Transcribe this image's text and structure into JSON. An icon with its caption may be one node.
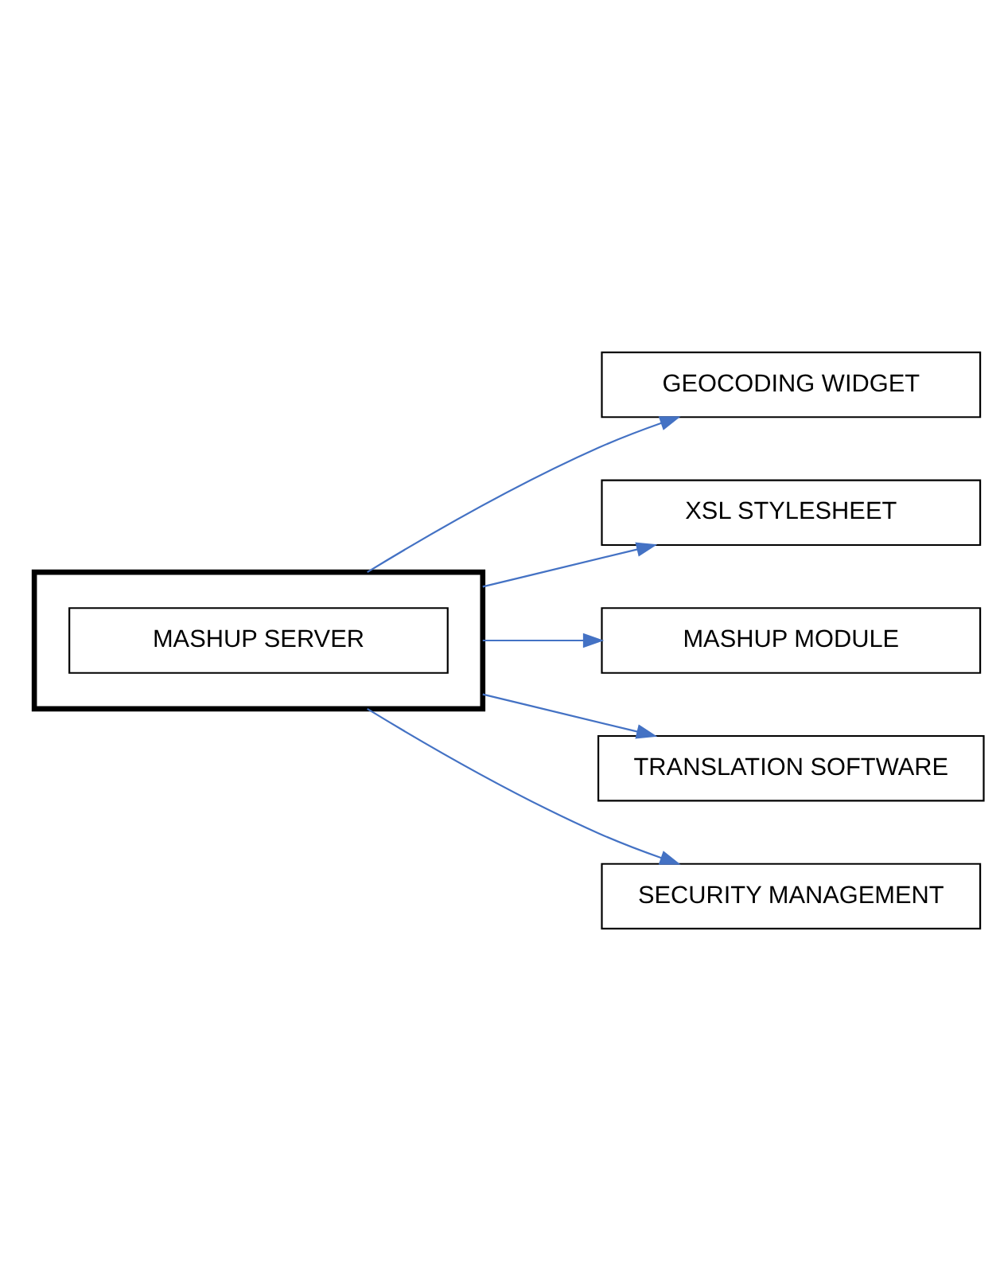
{
  "diagram": {
    "nodes": [
      {
        "text": [],
        "shape": "box"
      },
      {
        "text": [
          "MASHUP SERVER"
        ],
        "in": 0
      },
      {
        "text": [
          "GEOCODING WIDGET"
        ]
      },
      {
        "text": [
          "XSL STYLESHEET"
        ]
      },
      {
        "text": [
          "MASHUP MODULE"
        ]
      },
      {
        "text": [
          "TRANSLATION SOFTWARE"
        ]
      },
      {
        "text": [
          "SECURITY MANAGEMENT"
        ]
      }
    ],
    "edges": [
      {
        "from": 0,
        "to": 2,
        "arrow": "to"
      },
      {
        "from": 0,
        "to": 3,
        "arrow": "to"
      },
      {
        "from": 0,
        "to": 4,
        "arrow": "to"
      },
      {
        "from": 0,
        "to": 5,
        "arrow": "to"
      },
      {
        "from": 0,
        "to": 6,
        "arrow": "to"
      }
    ]
  }
}
